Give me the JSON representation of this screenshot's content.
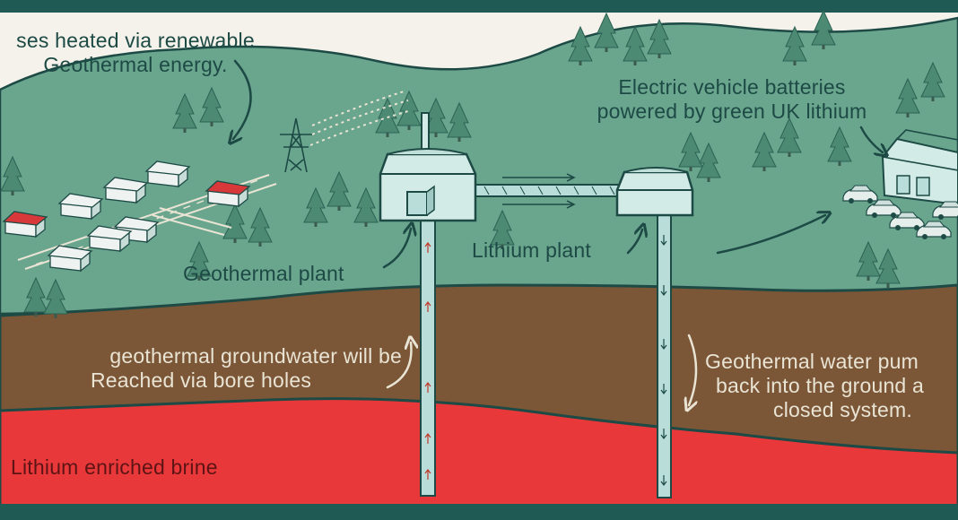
{
  "title": "Geothermal lithium extraction diagram",
  "labels": {
    "houses": [
      "ses heated via renewable",
      "Geothermal energy."
    ],
    "ev": [
      "Electric vehicle batteries",
      "powered by green UK lithium"
    ],
    "geothermal_plant": "Geothermal plant",
    "lithium_plant": "Lithium plant",
    "groundwater": [
      "geothermal groundwater will be",
      "Reached via bore holes"
    ],
    "pumped_back": [
      "Geothermal water pum",
      "back into the ground a",
      "closed system."
    ],
    "brine": "Lithium enriched brine"
  },
  "colors": {
    "frame": "#1f5a55",
    "sky": "#f4f2ea",
    "land": "#6aa58e",
    "soil": "#7b5637",
    "brine": "#e8383a",
    "pipe": "#b9ddd8",
    "building": "#d3ebe6",
    "outline": "#1d4a45",
    "roof_red": "#d8383a"
  },
  "icons": {
    "tree": "tree-icon",
    "house": "house-icon",
    "pylon": "power-pylon-icon",
    "car": "car-icon",
    "factory": "factory-icon",
    "arrow": "arrow-icon"
  }
}
